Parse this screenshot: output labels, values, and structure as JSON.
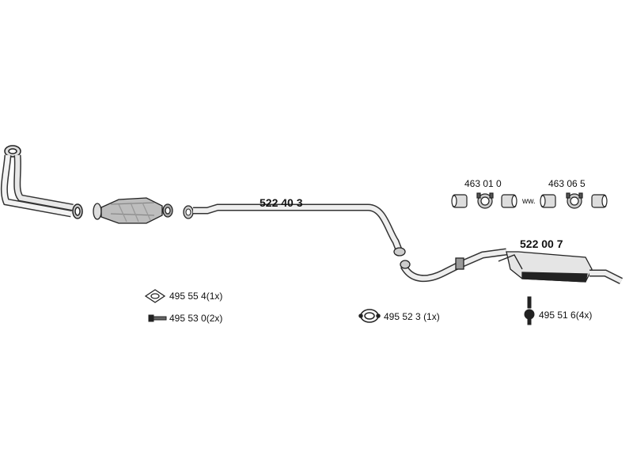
{
  "parts": {
    "middle_pipe": "522 40 3",
    "rear_muffler": "522 00 7",
    "clamp_a": "463 01 0",
    "clamp_b": "463 06 5",
    "clamp_sep": "ww.",
    "gasket_oval": "495 55 4",
    "gasket_oval_qty": "(1x)",
    "bolt": "495 53 0",
    "bolt_qty": "(2x)",
    "gasket_ring": "495 52 3",
    "gasket_ring_qty": "(1x)",
    "hanger": "495 51 6",
    "hanger_qty": "(4x)"
  },
  "icons": [
    "front-pipe",
    "catalytic-converter",
    "middle-pipe",
    "rear-muffler",
    "clamp-icon",
    "oval-gasket-icon",
    "bolt-icon",
    "ring-gasket-icon",
    "rubber-hanger-icon"
  ]
}
